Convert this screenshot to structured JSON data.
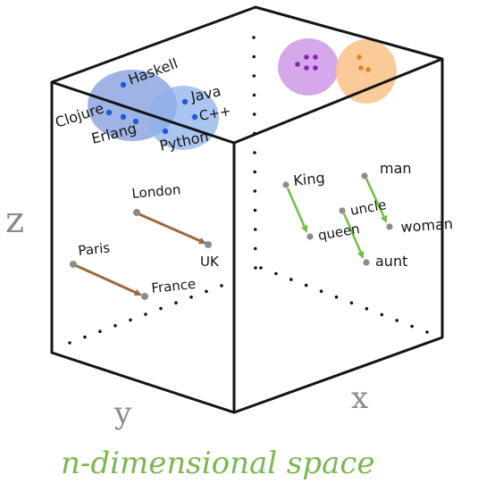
{
  "caption": "n-dimensional space",
  "axes": {
    "x": "x",
    "y": "y",
    "z": "z"
  },
  "colors": {
    "cube_stroke": "#151515",
    "relation_arrow": "#9a6a3e",
    "analogy_arrow": "#6fbf45",
    "point": "#8c8c8c",
    "language_blob_1": "#7f9bdc",
    "language_blob_2": "#8fb2ee",
    "language_dot": "#1f5bd8",
    "purple_blob": "#cf9fe8",
    "purple_dot": "#8a22b8",
    "orange_blob": "#f9c48e",
    "orange_dot": "#e2841b",
    "caption": "#7ab84e"
  },
  "languages": [
    "Haskell",
    "Clojure",
    "Erlang",
    "Java",
    "C++",
    "Python"
  ],
  "places": {
    "london": "London",
    "uk": "UK",
    "paris": "Paris",
    "france": "France"
  },
  "words": {
    "king": "King",
    "queen": "queen",
    "man": "man",
    "woman": "woman",
    "uncle": "uncle",
    "aunt": "aunt"
  }
}
